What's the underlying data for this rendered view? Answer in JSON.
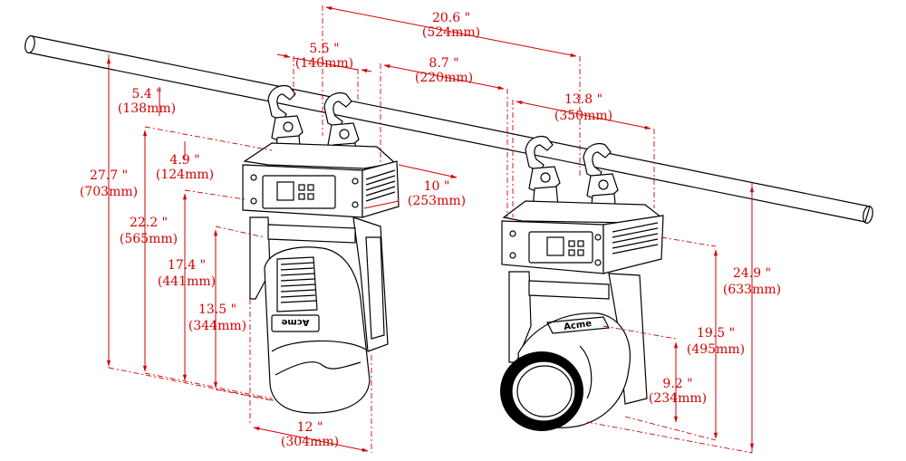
{
  "brand": "Acme",
  "colors": {
    "dimension": "#d40000",
    "line": "#000000",
    "background": "#ffffff"
  },
  "dimensions": {
    "overall_pipe_width": {
      "inch": "20.6 \"",
      "mm": "(524mm)"
    },
    "clamp_spacing": {
      "inch": "5.5 \"",
      "mm": "(140mm)"
    },
    "pipe_to_rear": {
      "inch": "8.7 \"",
      "mm": "(220mm)"
    },
    "base_depth": {
      "inch": "13.8 \"",
      "mm": "(350mm)"
    },
    "base_width": {
      "inch": "10 \"",
      "mm": "(253mm)"
    },
    "clamp_height": {
      "inch": "5.4 \"",
      "mm": "(138mm)"
    },
    "base_height": {
      "inch": "4.9 \"",
      "mm": "(124mm)"
    },
    "total_height": {
      "inch": "27.7 \"",
      "mm": "(703mm)"
    },
    "height_from_clamp": {
      "inch": "22.2 \"",
      "mm": "(565mm)"
    },
    "height_from_base": {
      "inch": "17.4 \"",
      "mm": "(441mm)"
    },
    "yoke_height": {
      "inch": "13.5 \"",
      "mm": "(344mm)"
    },
    "head_width": {
      "inch": "12 \"",
      "mm": "(304mm)"
    },
    "total_height_tilted": {
      "inch": "24.9 \"",
      "mm": "(633mm)"
    },
    "height_tilted": {
      "inch": "19.5 \"",
      "mm": "(495mm)"
    },
    "lens_radius": {
      "inch": "9.2 \"",
      "mm": "(234mm)"
    }
  }
}
